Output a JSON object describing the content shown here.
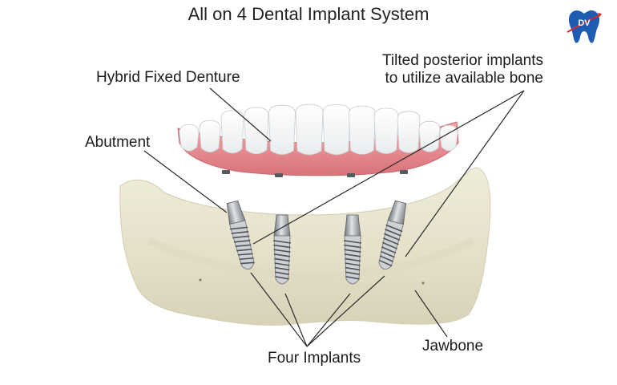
{
  "title": "All on 4 Dental Implant System",
  "logo": {
    "text": "DV",
    "color": "#1e5cb3",
    "accent": "#d8262c"
  },
  "labels": {
    "denture": "Hybrid Fixed Denture",
    "abutment": "Abutment",
    "tilted_line1": "Tilted posterior implants",
    "tilted_line2": "to utilize available bone",
    "jawbone": "Jawbone",
    "implants": "Four Implants"
  },
  "colors": {
    "gum": "#e68a8f",
    "teeth": "#fbfbfb",
    "bone": "#e6e2cc",
    "metal": "#9ea2a6"
  }
}
